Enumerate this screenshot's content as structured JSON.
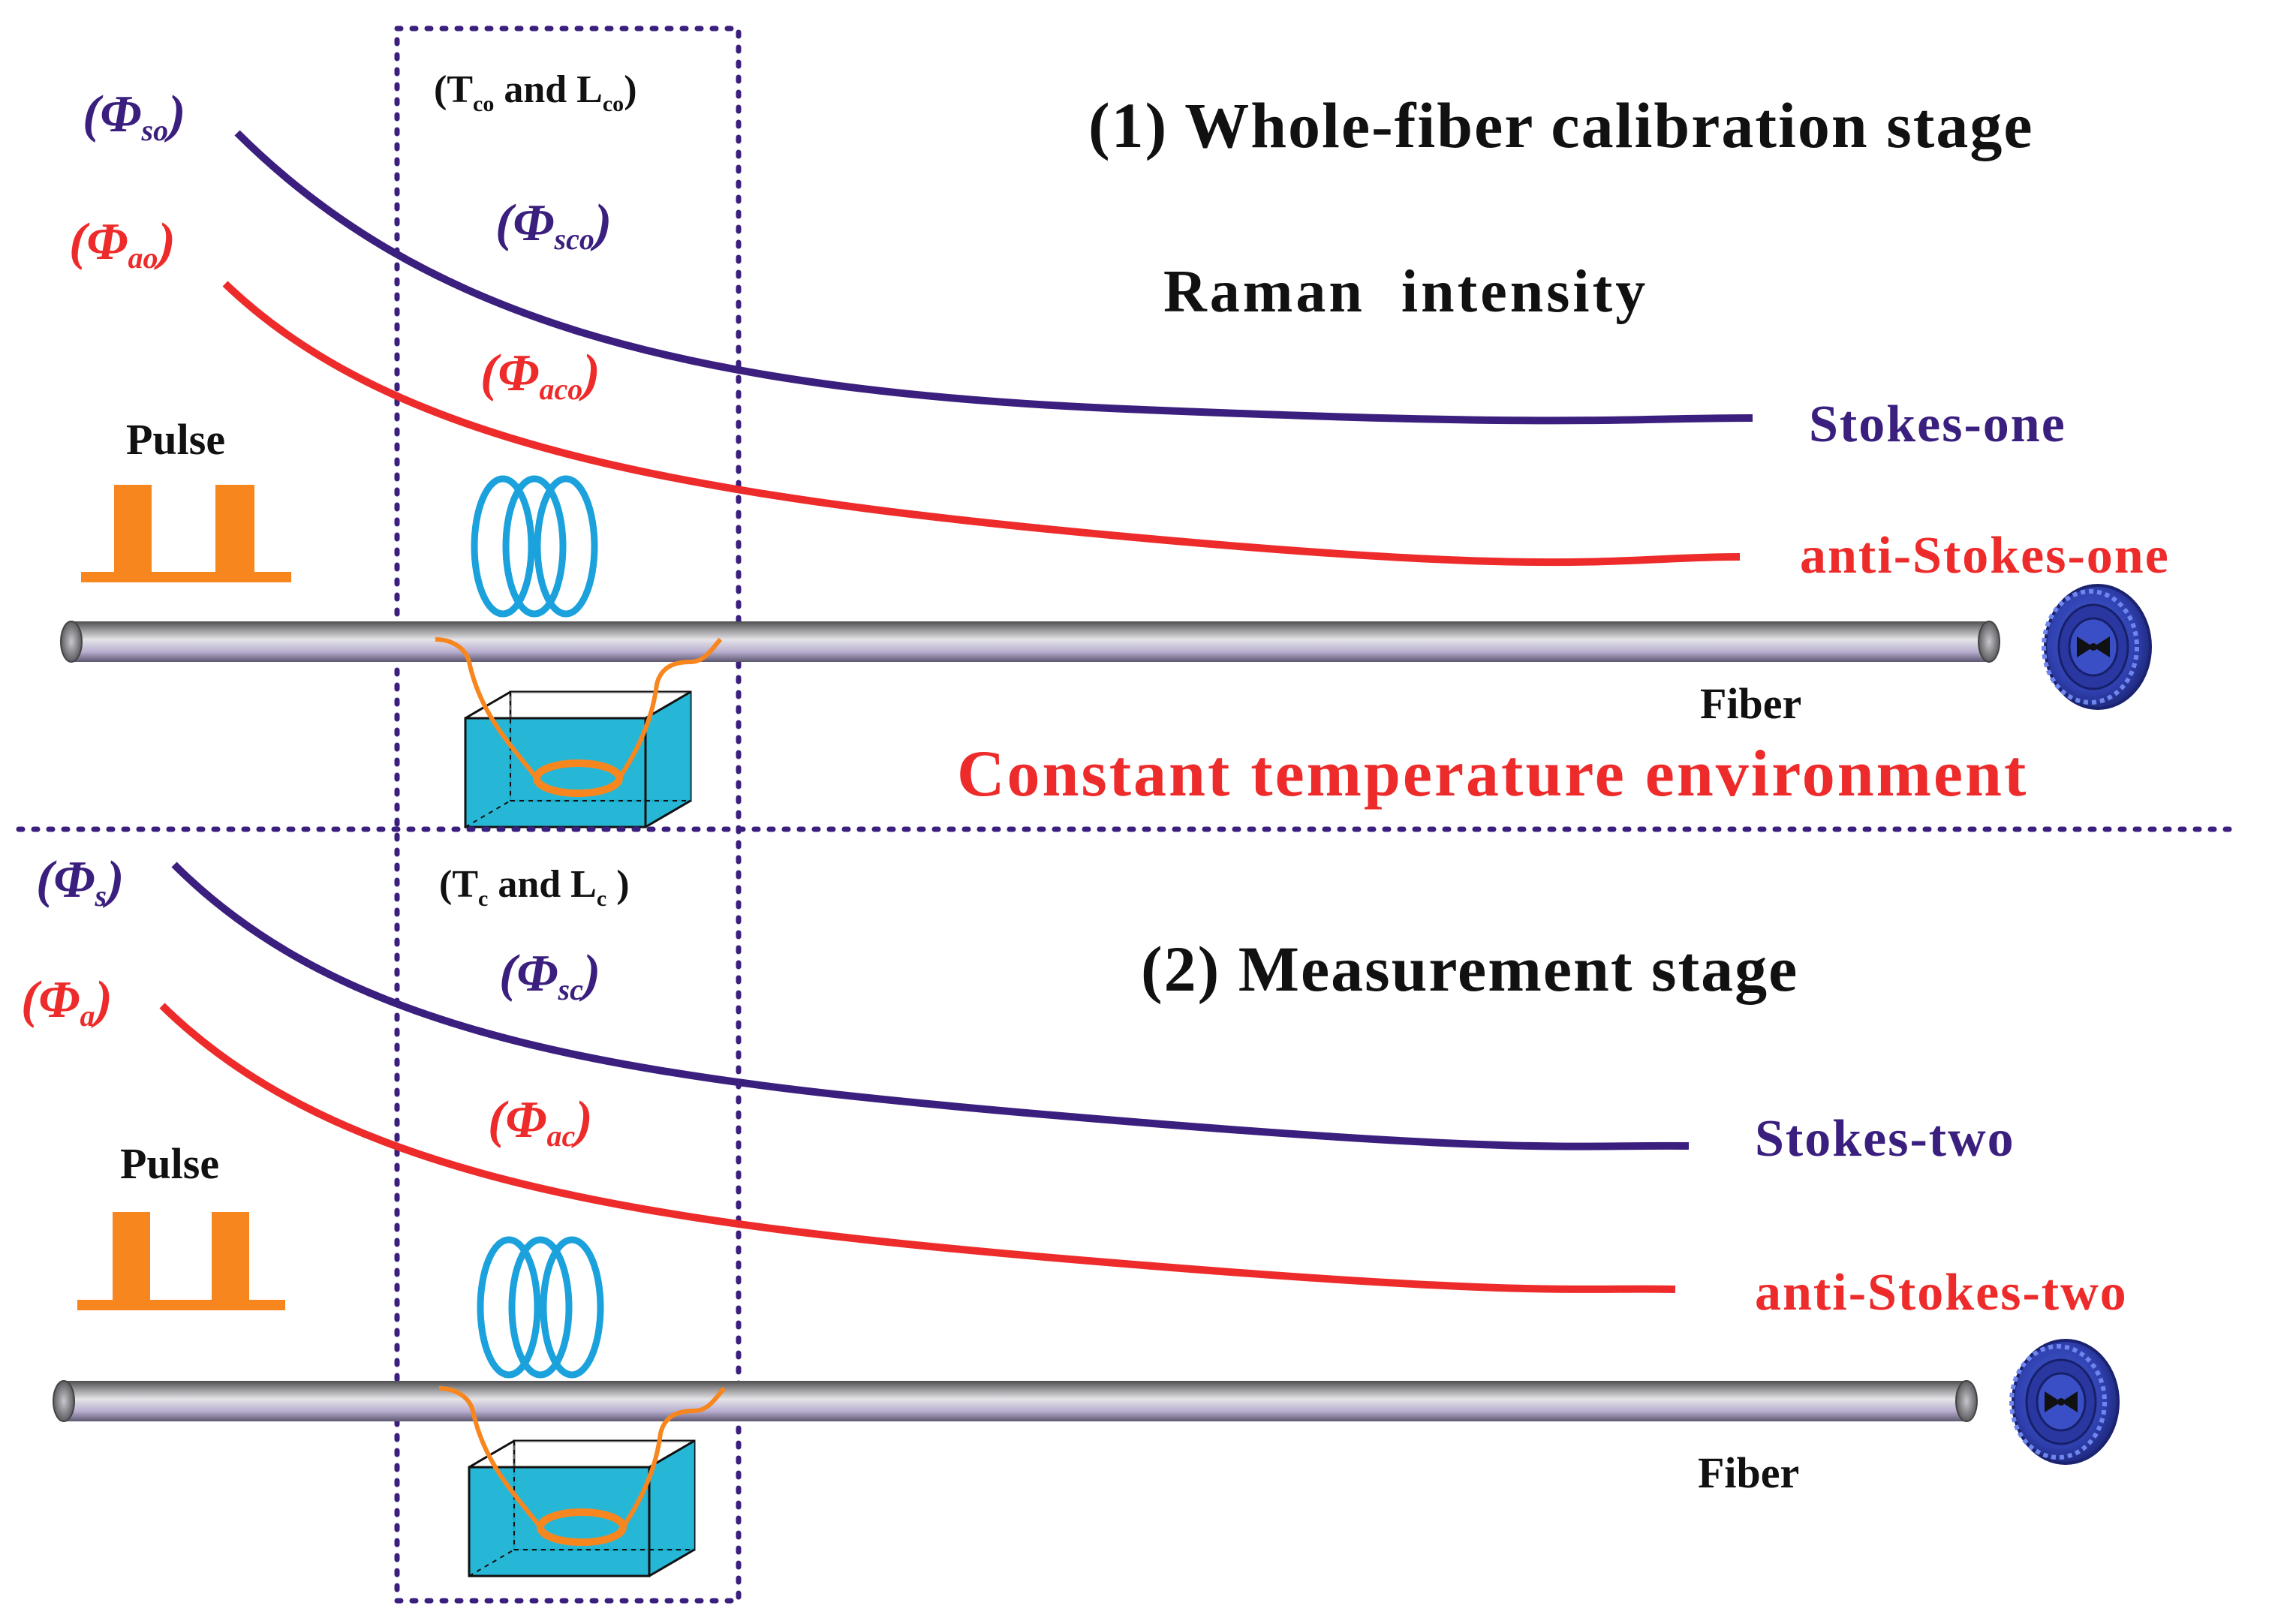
{
  "colors": {
    "stokes": "#3b1f7e",
    "anti_stokes": "#ee2b2b",
    "pulse": "#f7861f",
    "coil": "#1ba1dc",
    "bath": "#1bb3d4",
    "box_dots": "#3b1f7e",
    "fiber_dark": "#6f6f70",
    "text": "#111111"
  },
  "stage1": {
    "title": "(1) Whole-fiber calibration stage",
    "subtitle": "Raman  intensity",
    "box_label": {
      "open": "(T",
      "sub1": "co",
      "mid": " and L",
      "sub2": "co",
      "close": ")"
    },
    "phi_s": {
      "symbol": "(Φ",
      "sub": "so",
      "close": ")"
    },
    "phi_a": {
      "symbol": "(Φ",
      "sub": "ao",
      "close": ")"
    },
    "phi_sc": {
      "symbol": "(Φ",
      "sub": "sco",
      "close": ")"
    },
    "phi_ac": {
      "symbol": "(Φ",
      "sub": "aco",
      "close": ")"
    },
    "stokes_label": "Stokes-one",
    "anti_stokes_label": "anti-Stokes-one",
    "pulse_label": "Pulse",
    "fiber_label": "Fiber",
    "environment_label": "Constant temperature environment"
  },
  "stage2": {
    "title": "(2) Measurement stage",
    "box_label": {
      "open": "(T",
      "sub1": "c",
      "mid": " and L",
      "sub2": "c",
      "close": " )"
    },
    "phi_s": {
      "symbol": "(Φ",
      "sub": "s",
      "close": ")"
    },
    "phi_a": {
      "symbol": "(Φ",
      "sub": "a",
      "close": ")"
    },
    "phi_sc": {
      "symbol": "(Φ",
      "sub": "sc",
      "close": ")"
    },
    "phi_ac": {
      "symbol": "(Φ",
      "sub": "ac",
      "close": ")"
    },
    "stokes_label": "Stokes-two",
    "anti_stokes_label": "anti-Stokes-two",
    "pulse_label": "Pulse",
    "fiber_label": "Fiber"
  }
}
